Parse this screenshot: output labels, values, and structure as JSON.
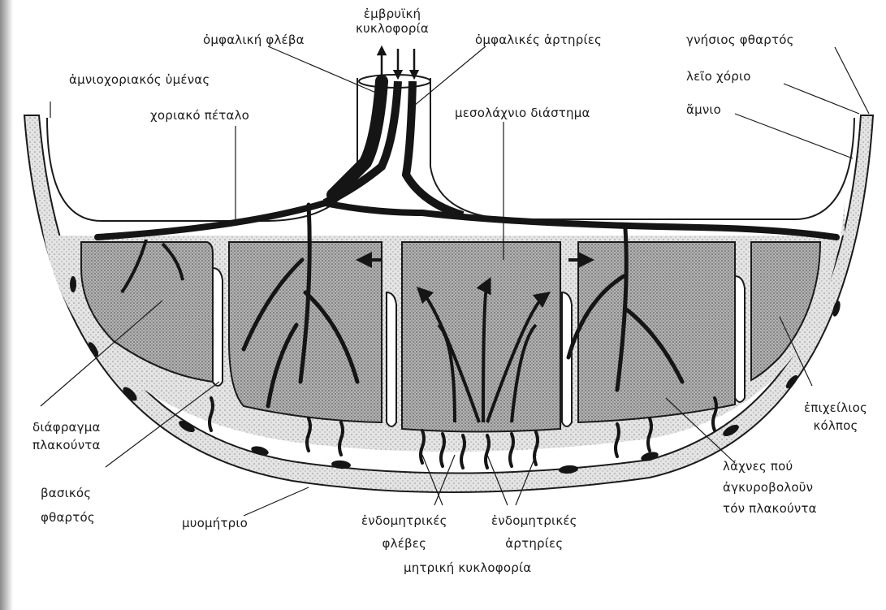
{
  "labels": {
    "embryonic_circulation": [
      "ἐμβρυϊκή",
      "κυκλοφορία"
    ],
    "umbilical_vein": "ὀμφαλική φλέβα",
    "umbilical_arteries": "ὀμφαλικές ἀρτηρίες",
    "true_decidua": "γνήσιος φθαρτός",
    "amniochorionic_membrane": "ἀμνιοχοριακός ὑμένας",
    "smooth_chorion": "λεῖο χόριο",
    "chorionic_plate": "χοριακό πέταλο",
    "intervillous_space": "μεσολάχνιο διάστημα",
    "amnion": "ἄμνιο",
    "placental_septum": [
      "διάφραγμα",
      "πλακούντα"
    ],
    "marginal_sinus": [
      "ἐπιχείλιος",
      "κόλπος"
    ],
    "basal_decidua": [
      "βασικός",
      "φθαρτός"
    ],
    "myometrium": "μυομήτριο",
    "endometrial_veins": [
      "ἐνδομητρικές",
      "φλέβες"
    ],
    "endometrial_arteries": [
      "ἐνδομητρικές",
      "ἀρτηρίες"
    ],
    "maternal_circulation": "μητρική κυκλοφορία",
    "anchoring_villi": [
      "λάχνες πού",
      "ἀγκυροβολοῦν",
      "τόν πλακούντα"
    ]
  },
  "colors": {
    "ink": "#1b1b1b",
    "decidua_stipple": "#c9c9c9",
    "space_stipple": "#9a9a9a",
    "vessel": "#151515"
  }
}
